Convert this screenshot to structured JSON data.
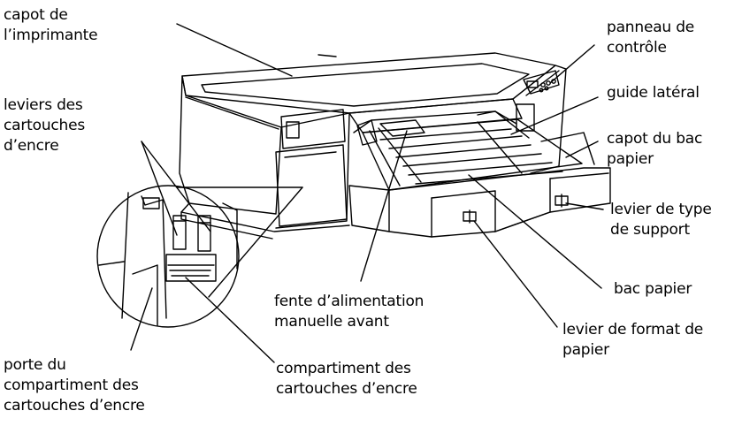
{
  "labels": {
    "printer_cover": [
      "capot de",
      "l’imprimante"
    ],
    "ink_levers": [
      "leviers des",
      "cartouches",
      "d’encre"
    ],
    "control_panel": [
      "panneau de",
      "contrôle"
    ],
    "side_guide": [
      "guide latéral"
    ],
    "tray_cover": [
      "capot du bac",
      "papier"
    ],
    "media_lever": [
      "levier de type",
      "de support"
    ],
    "paper_tray": [
      "bac papier"
    ],
    "manual_slot": [
      "fente d’alimentation",
      "manuelle avant"
    ],
    "size_lever": [
      "levier de format de",
      "papier"
    ],
    "ink_compartment": [
      "compartiment des",
      "cartouches d’encre"
    ],
    "compartment_door": [
      "porte du",
      "compartiment des",
      "cartouches d’encre"
    ]
  }
}
